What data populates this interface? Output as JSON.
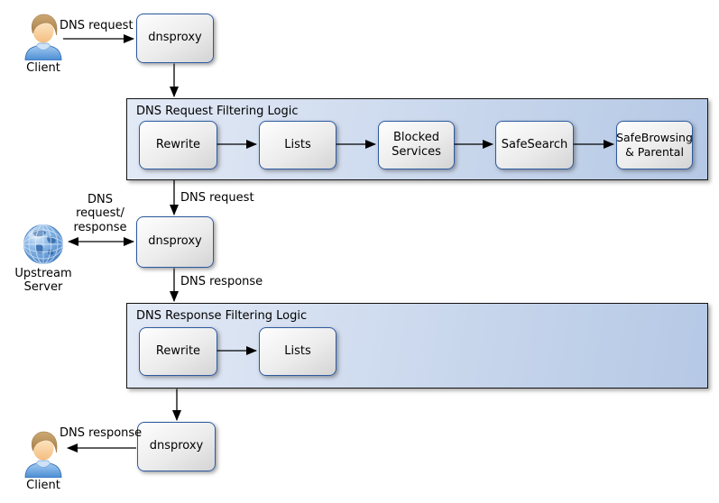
{
  "colors": {
    "canvas_bg": "#ffffff",
    "text": "#000000",
    "arrow": "#000000",
    "box_border": "#2c5aa0",
    "box_fill_top": "#fefefe",
    "box_fill_bottom": "#d4d4d4",
    "container_border": "#141414",
    "container_fill_left": "#e3eaf6",
    "container_fill_right": "#b5c8e5",
    "person_shirt": "#5e9adf",
    "person_hair": "#b68d5c",
    "person_face": "#f9d3a0",
    "globe_blue": "#5590cc"
  },
  "nodes": {
    "client_top": {
      "label": "Client",
      "icon": "person-icon"
    },
    "dnsproxy_top": {
      "label": "dnsproxy"
    },
    "dnsproxy_mid": {
      "label": "dnsproxy"
    },
    "dnsproxy_bottom": {
      "label": "dnsproxy"
    },
    "upstream": {
      "label": "Upstream Server",
      "icon": "globe-icon"
    },
    "client_bottom": {
      "label": "Client",
      "icon": "person-icon"
    }
  },
  "containers": {
    "request": {
      "title": "DNS Request Filtering Logic",
      "steps": [
        "Rewrite",
        "Lists",
        "Blocked Services",
        "SafeSearch",
        "SafeBrowsing & Parental"
      ]
    },
    "response": {
      "title": "DNS Response Filtering Logic",
      "steps": [
        "Rewrite",
        "Lists"
      ]
    }
  },
  "edge_labels": {
    "client_to_proxy": "DNS request",
    "container_to_proxy_mid": "DNS request",
    "proxy_mid_to_container": "DNS response",
    "proxy_to_client": "DNS response",
    "upstream_lines": [
      "DNS",
      "request/",
      "response"
    ]
  }
}
